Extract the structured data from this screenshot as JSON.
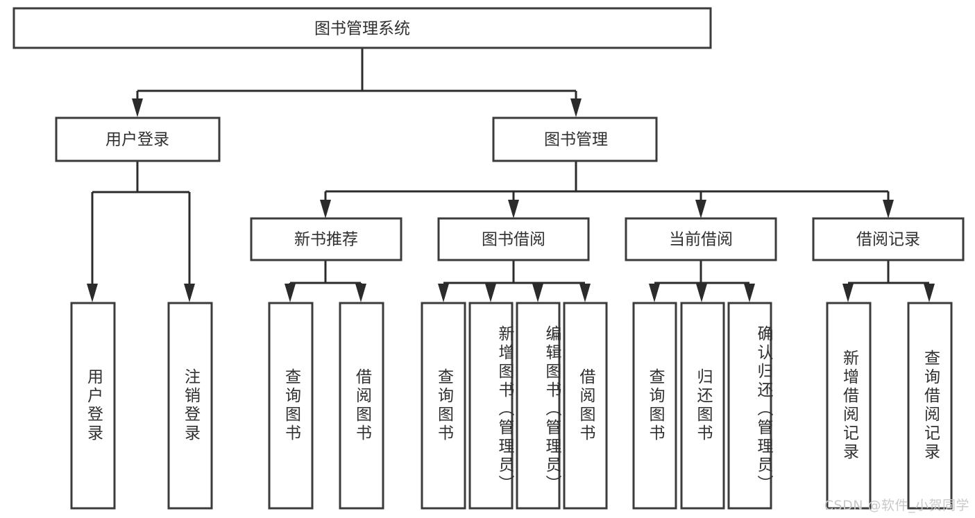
{
  "diagram": {
    "type": "hierarchy-tree",
    "title": "图书管理系统",
    "watermark": "CSDN @软件_小贺同学",
    "colors": {
      "box_stroke": "#3b3b3b",
      "connector": "#2b2b2b",
      "background": "#ffffff",
      "label_text": "#2f2f2f",
      "watermark_text": "#c9c9c9"
    },
    "levels": [
      {
        "level": 0,
        "nodes": [
          {
            "id": "root",
            "label": "图书管理系统",
            "orientation": "horizontal"
          }
        ]
      },
      {
        "level": 1,
        "nodes": [
          {
            "id": "user-login",
            "label": "用户登录",
            "orientation": "horizontal",
            "parent": "root"
          },
          {
            "id": "book-manage",
            "label": "图书管理",
            "orientation": "horizontal",
            "parent": "root"
          }
        ]
      },
      {
        "level": 2,
        "nodes": [
          {
            "id": "new-book-rec",
            "label": "新书推荐",
            "orientation": "horizontal",
            "parent": "book-manage"
          },
          {
            "id": "book-borrow",
            "label": "图书借阅",
            "orientation": "horizontal",
            "parent": "book-manage"
          },
          {
            "id": "current-borrow",
            "label": "当前借阅",
            "orientation": "horizontal",
            "parent": "book-manage"
          },
          {
            "id": "borrow-record",
            "label": "借阅记录",
            "orientation": "horizontal",
            "parent": "book-manage"
          }
        ]
      },
      {
        "level": 3,
        "nodes": [
          {
            "id": "leaf-user-login",
            "label": "用户登录",
            "orientation": "vertical",
            "parent": "user-login"
          },
          {
            "id": "leaf-logout",
            "label": "注销登录",
            "orientation": "vertical",
            "parent": "user-login"
          },
          {
            "id": "leaf-query-book-1",
            "label": "查询图书",
            "orientation": "vertical",
            "parent": "new-book-rec"
          },
          {
            "id": "leaf-borrow-book-1",
            "label": "借阅图书",
            "orientation": "vertical",
            "parent": "new-book-rec"
          },
          {
            "id": "leaf-query-book-2",
            "label": "查询图书",
            "orientation": "vertical",
            "parent": "book-borrow"
          },
          {
            "id": "leaf-add-book",
            "label": "新增图书（管理员）",
            "orientation": "vertical",
            "parent": "book-borrow"
          },
          {
            "id": "leaf-edit-book",
            "label": "编辑图书（管理员）",
            "orientation": "vertical",
            "parent": "book-borrow"
          },
          {
            "id": "leaf-borrow-book-2",
            "label": "借阅图书",
            "orientation": "vertical",
            "parent": "book-borrow"
          },
          {
            "id": "leaf-query-book-3",
            "label": "查询图书",
            "orientation": "vertical",
            "parent": "current-borrow"
          },
          {
            "id": "leaf-return-book",
            "label": "归还图书",
            "orientation": "vertical",
            "parent": "current-borrow"
          },
          {
            "id": "leaf-confirm-return",
            "label": "确认归还（管理员）",
            "orientation": "vertical",
            "parent": "current-borrow"
          },
          {
            "id": "leaf-add-record",
            "label": "新增借阅记录",
            "orientation": "vertical",
            "parent": "borrow-record"
          },
          {
            "id": "leaf-query-record",
            "label": "查询借阅记录",
            "orientation": "vertical",
            "parent": "borrow-record"
          }
        ]
      }
    ]
  }
}
